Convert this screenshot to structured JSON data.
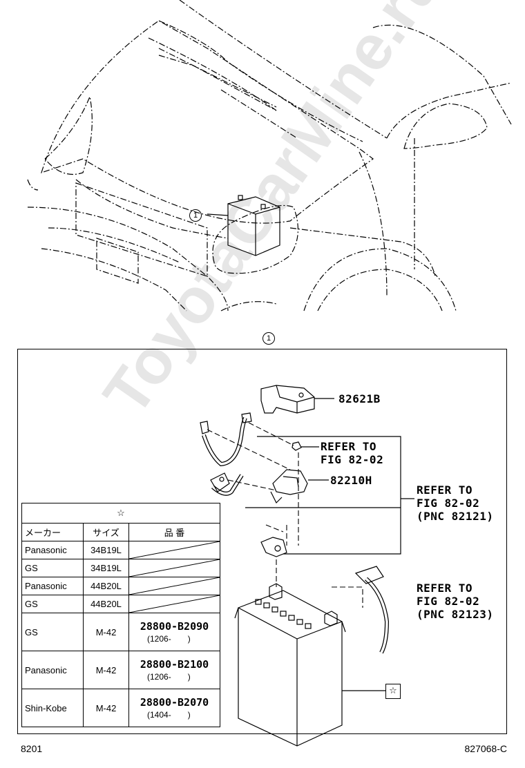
{
  "watermark": "ToyotaCarMine.ru",
  "callout_number": "1",
  "parts": {
    "bracket": "82621B",
    "terminal": "82210H",
    "refer_small": [
      "REFER TO",
      "FIG 82-02"
    ],
    "refer_pnc_1": [
      "REFER TO",
      "FIG 82-02",
      "(PNC 82121)"
    ],
    "refer_pnc_2": [
      "REFER TO",
      "FIG 82-02",
      "(PNC 82123)"
    ],
    "star": "☆"
  },
  "spec_table": {
    "header_star": "☆",
    "columns": [
      "メーカー",
      "サイズ",
      "品 番"
    ],
    "rows": [
      {
        "maker": "Panasonic",
        "size": "34B19L",
        "part": "",
        "date": ""
      },
      {
        "maker": "GS",
        "size": "34B19L",
        "part": "",
        "date": ""
      },
      {
        "maker": "Panasonic",
        "size": "44B20L",
        "part": "",
        "date": ""
      },
      {
        "maker": "GS",
        "size": "44B20L",
        "part": "",
        "date": ""
      },
      {
        "maker": "GS",
        "size": "M-42",
        "part": "28800-B2090",
        "date": "(1206-　　)"
      },
      {
        "maker": "Panasonic",
        "size": "M-42",
        "part": "28800-B2100",
        "date": "(1206-　　)"
      },
      {
        "maker": "Shin-Kobe",
        "size": "M-42",
        "part": "28800-B2070",
        "date": "(1404-　　)"
      }
    ]
  },
  "footer": {
    "left": "8201",
    "right": "827068-C"
  }
}
